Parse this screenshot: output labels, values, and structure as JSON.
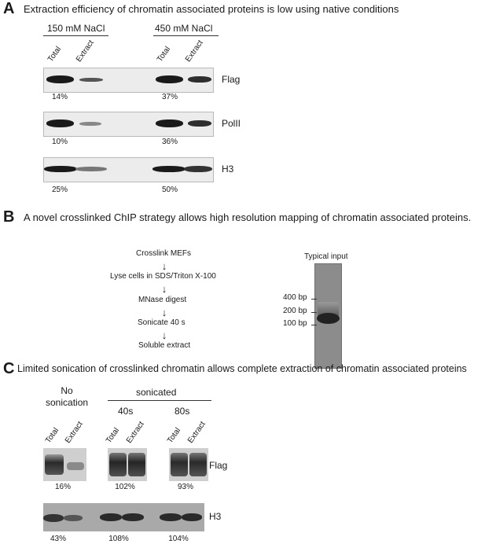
{
  "panelA": {
    "letter": "A",
    "title": "Extraction efficiency of chromatin associated proteins is low using native conditions",
    "conditions": [
      "150 mM NaCl",
      "450 mM NaCl"
    ],
    "lanes": [
      "Total",
      "Extract",
      "Total",
      "Extract"
    ],
    "blots": [
      {
        "label": "Flag",
        "values": [
          "14%",
          "37%"
        ]
      },
      {
        "label": "PolII",
        "values": [
          "10%",
          "36%"
        ]
      },
      {
        "label": "H3",
        "values": [
          "25%",
          "50%"
        ]
      }
    ]
  },
  "panelB": {
    "letter": "B",
    "title": "A novel crosslinked ChIP strategy allows high resolution mapping of chromatin associated proteins.",
    "steps": [
      "Crosslink MEFs",
      "Lyse cells in SDS/Triton X-100",
      "MNase digest",
      "Sonicate 40 s",
      "Soluble extract"
    ],
    "gel_title": "Typical input",
    "markers": [
      "400 bp",
      "200 bp",
      "100 bp"
    ]
  },
  "panelC": {
    "letter": "C",
    "title": "Limited sonication of crosslinked chromatin allows complete extraction of chromatin associated proteins",
    "no_sonication": "No\nsonication",
    "sonicated": "sonicated",
    "times": [
      "40s",
      "80s"
    ],
    "lanes": [
      "Total",
      "Extract",
      "Total",
      "Extract",
      "Total",
      "Extract"
    ],
    "blots": [
      {
        "label": "Flag",
        "values": [
          "16%",
          "102%",
          "93%"
        ]
      },
      {
        "label": "H3",
        "values": [
          "43%",
          "108%",
          "104%"
        ]
      }
    ]
  }
}
